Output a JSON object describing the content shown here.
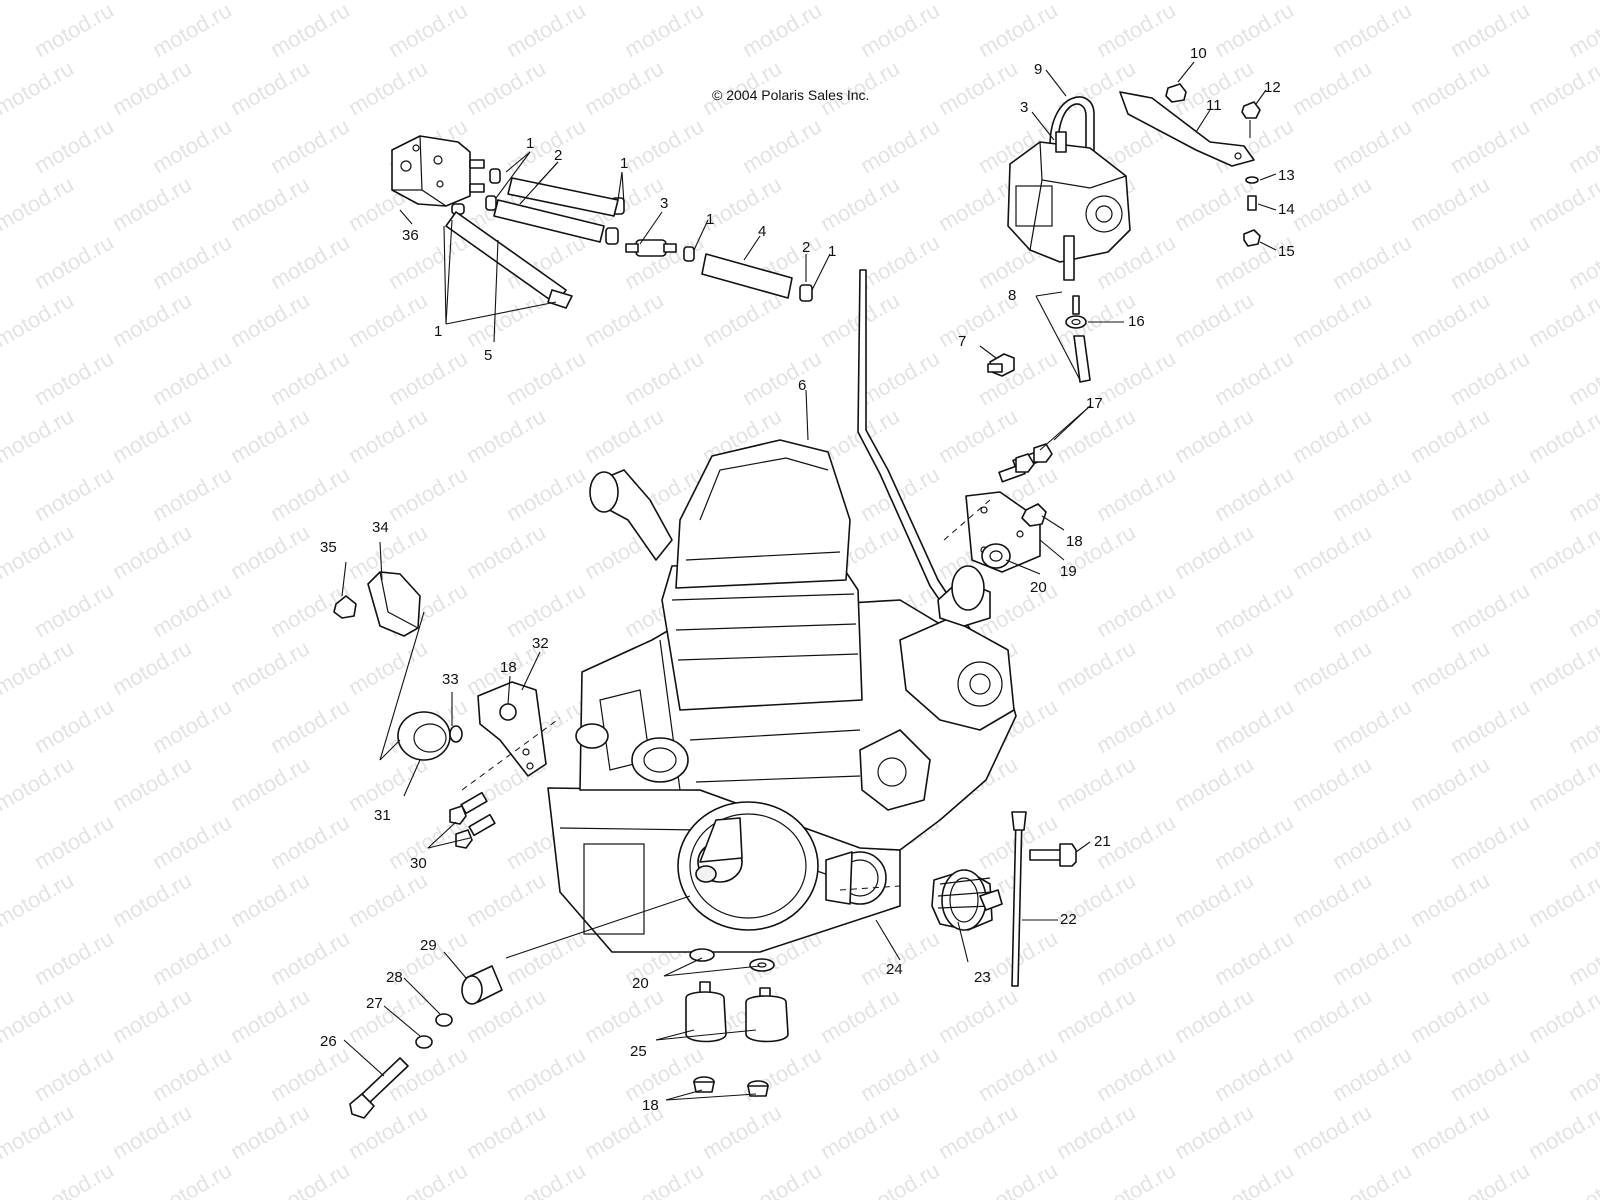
{
  "copyright": "© 2004 Polaris Sales Inc.",
  "watermark": "motod.ru",
  "callouts": {
    "c1a": "1",
    "c1b": "1",
    "c1c": "1",
    "c1d": "1",
    "c1e": "1",
    "c2a": "2",
    "c2b": "2",
    "c3a": "3",
    "c3b": "3",
    "c4": "4",
    "c5": "5",
    "c6": "6",
    "c7": "7",
    "c8": "8",
    "c9": "9",
    "c10": "10",
    "c11": "11",
    "c12": "12",
    "c13": "13",
    "c14": "14",
    "c15": "15",
    "c16": "16",
    "c17": "17",
    "c18a": "18",
    "c18b": "18",
    "c18c": "18",
    "c19": "19",
    "c20a": "20",
    "c20b": "20",
    "c21": "21",
    "c22": "22",
    "c23": "23",
    "c24": "24",
    "c25": "25",
    "c26": "26",
    "c27": "27",
    "c28": "28",
    "c29": "29",
    "c30": "30",
    "c31": "31",
    "c32": "32",
    "c33": "33",
    "c34": "34",
    "c35": "35",
    "c36": "36"
  }
}
